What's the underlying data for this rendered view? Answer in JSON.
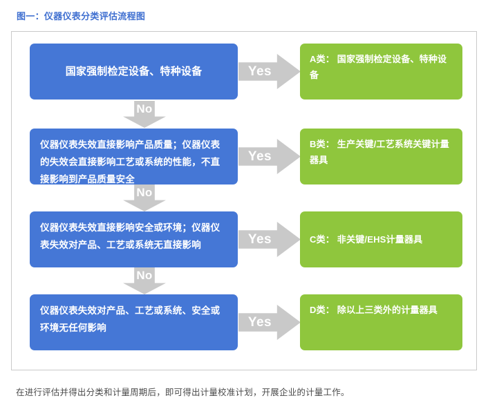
{
  "figure": {
    "title": "图一：仪器仪表分类评估流程图",
    "title_color": "#3f6fd0",
    "frame_border_color": "#c9c9c9"
  },
  "colors": {
    "condition_box": "#4577d6",
    "result_box": "#8fc63d",
    "arrow": "#c9c9c9",
    "arrow_label": "#ffffff",
    "box_text": "#ffffff"
  },
  "flow": {
    "yes_label": "Yes",
    "no_label": "No",
    "rows": [
      {
        "condition": "国家强制检定设备、特种设备",
        "result": "A类：  国家强制检定设备、特种设备"
      },
      {
        "condition": "仪器仪表失效直接影响产品质量；仪器仪表的失效会直接影响工艺或系统的性能，不直接影响到产品质量安全",
        "result": "B类：  生产关键/工艺系统关键计量器具"
      },
      {
        "condition": "仪器仪表失效直接影响安全或环境；仪器仪表失效对产品、工艺或系统无直接影响",
        "result": "C类：  非关键/EHS计量器具"
      },
      {
        "condition": "仪器仪表失效对产品、工艺或系统、安全或环境无任何影响",
        "result": "D类：  除以上三类外的计量器具"
      }
    ]
  },
  "caption": "在进行评估并得出分类和计量周期后，即可得出计量校准计划，开展企业的计量工作。"
}
